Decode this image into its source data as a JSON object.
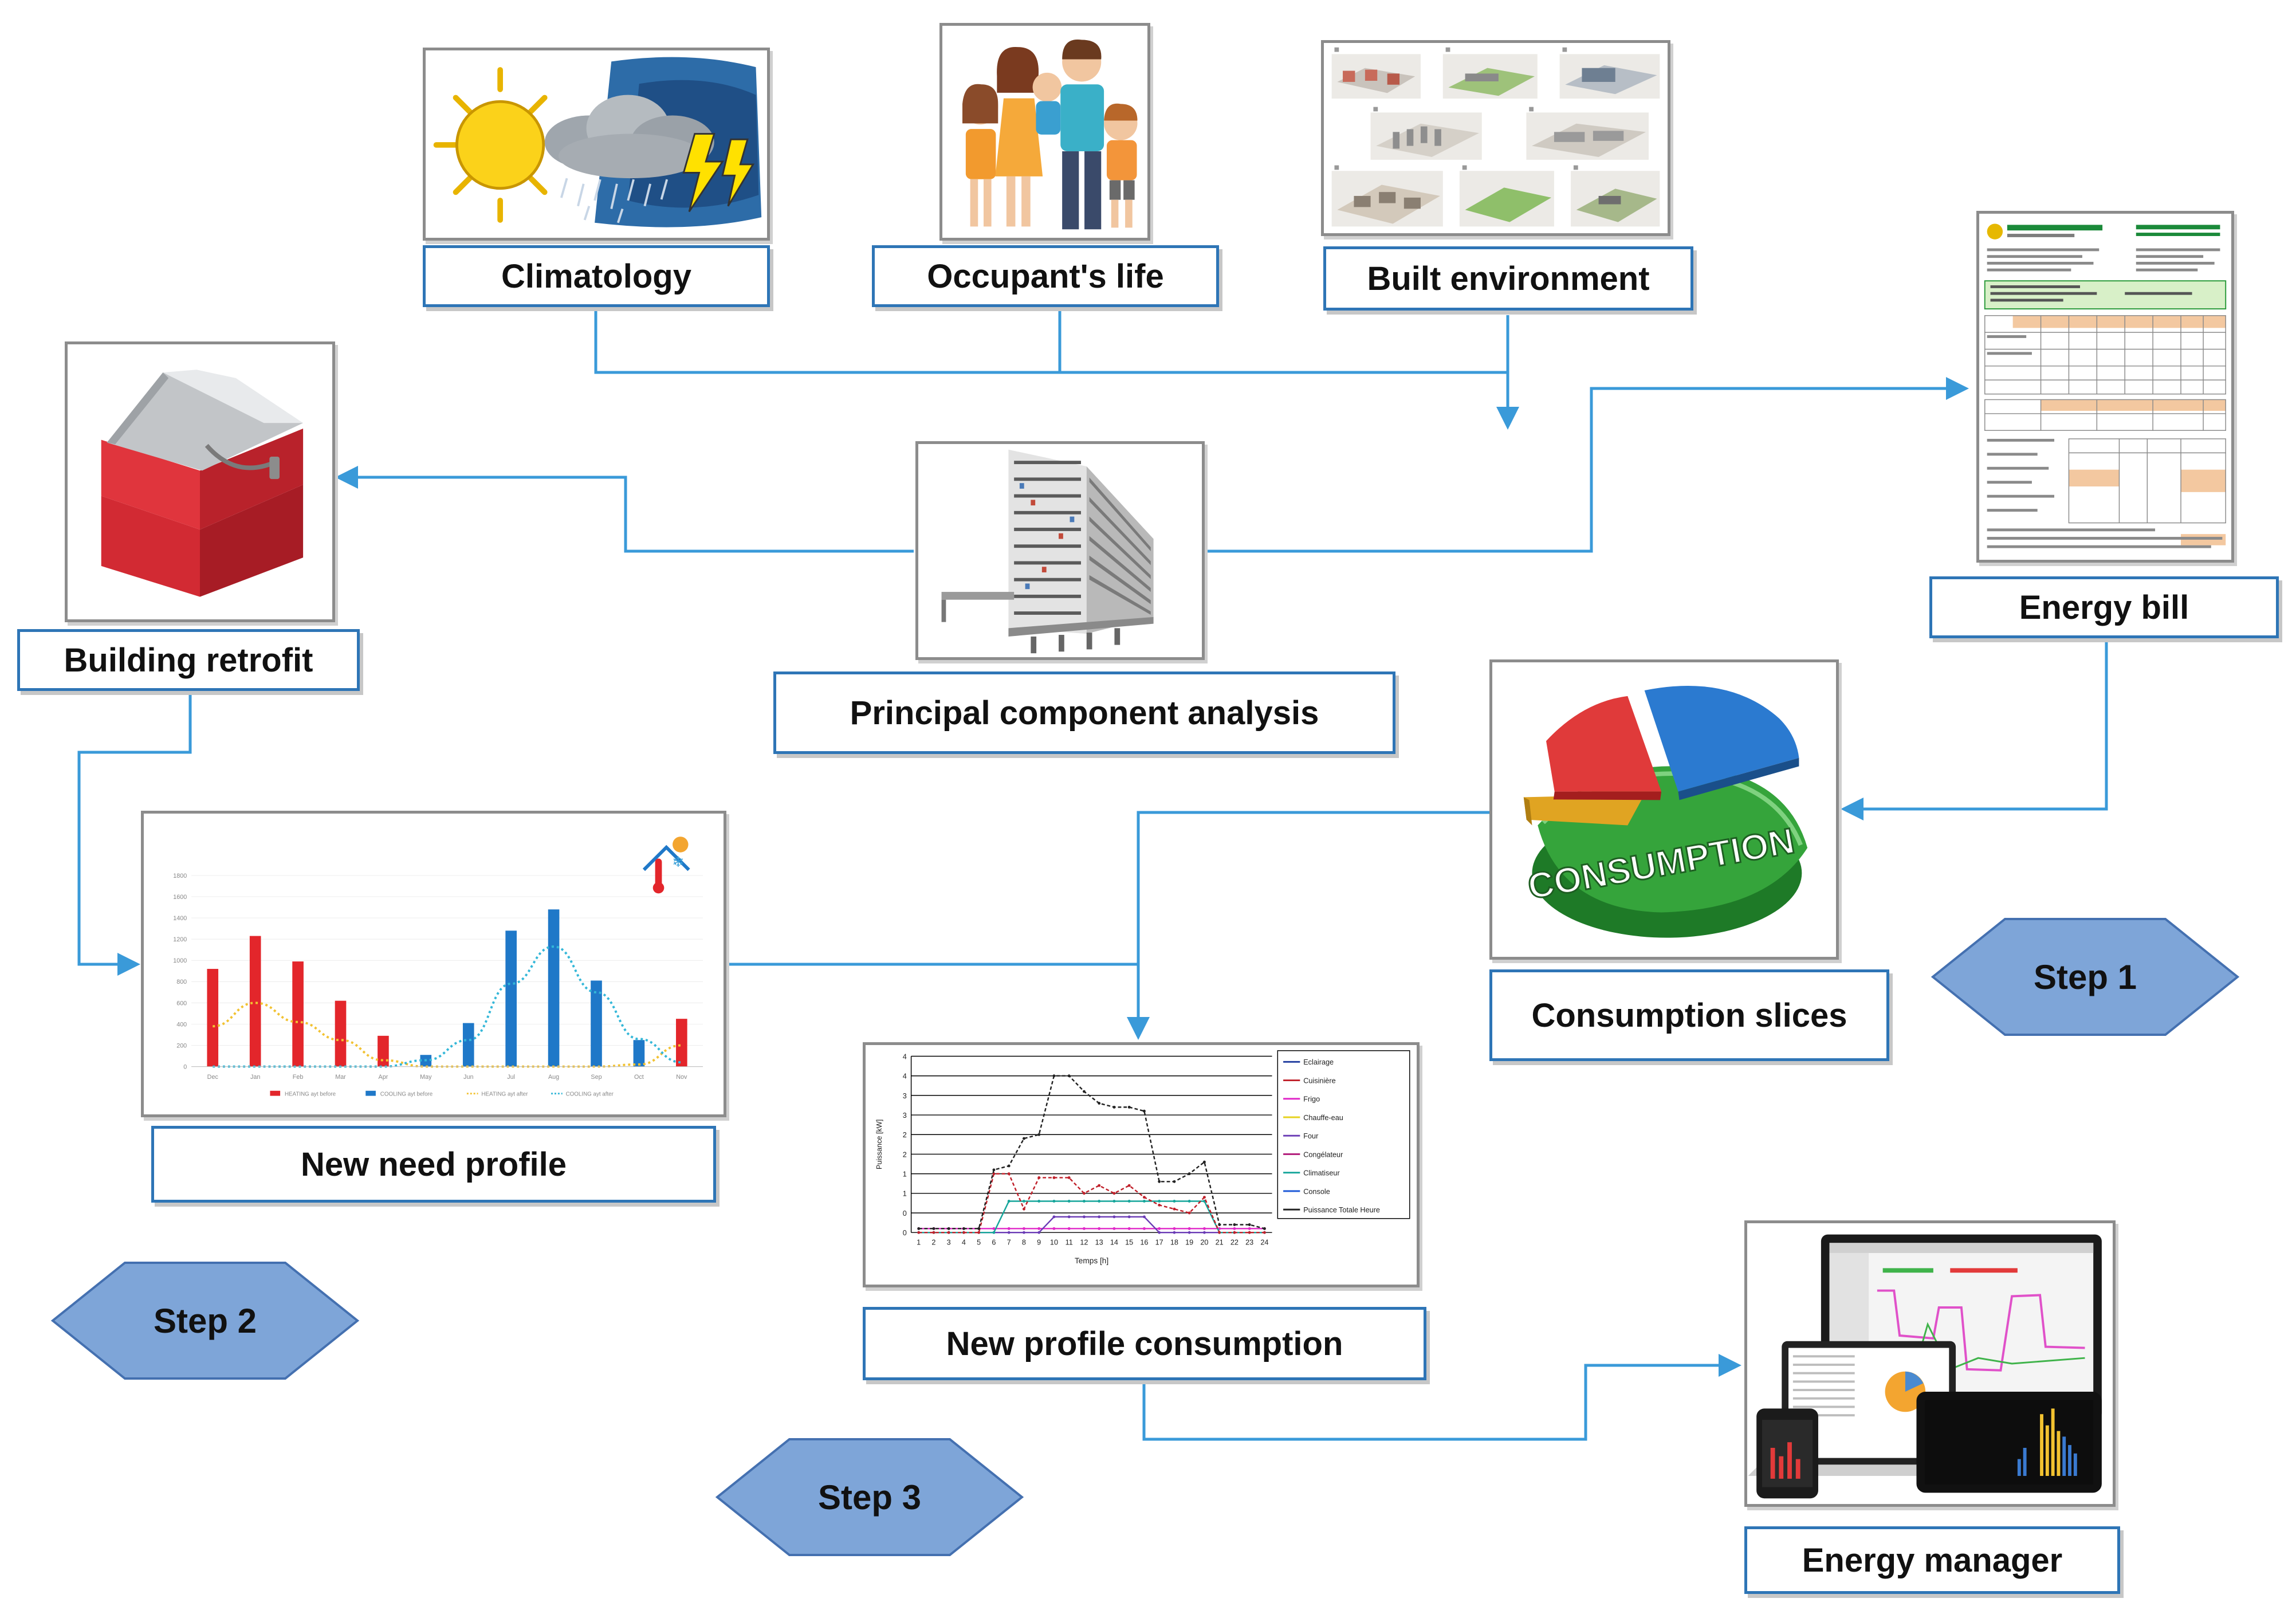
{
  "nodes": {
    "climatology": "Climatology",
    "occupants_life": "Occupant's life",
    "built_environment": "Built environment",
    "principal_component_analysis": "Principal component analysis",
    "building_retrofit": "Building retrofit",
    "energy_bill": "Energy bill",
    "consumption_slices": "Consumption slices",
    "new_need_profile": "New need profile",
    "new_profile_consumption": "New profile consumption",
    "energy_manager": "Energy manager"
  },
  "steps": {
    "step1": "Step 1",
    "step2": "Step 2",
    "step3": "Step 3"
  },
  "consumption_image_text": "CONSUMPTION",
  "need_chart": {
    "months": [
      "Dec",
      "Jan",
      "Feb",
      "Mar",
      "Apr",
      "May",
      "Jun",
      "Jul",
      "Aug",
      "Sep",
      "Oct",
      "Nov"
    ],
    "y_ticks": [
      "1800",
      "1600",
      "1400",
      "1200",
      "1000",
      "800",
      "600",
      "400",
      "200",
      "0"
    ],
    "heating_before": [
      920,
      1230,
      990,
      620,
      290,
      0,
      0,
      0,
      0,
      0,
      0,
      450
    ],
    "cooling_before": [
      0,
      0,
      0,
      0,
      0,
      110,
      410,
      1280,
      1480,
      810,
      250,
      0
    ],
    "heating_after": [
      380,
      600,
      420,
      250,
      60,
      0,
      0,
      0,
      0,
      0,
      20,
      200
    ],
    "cooling_after": [
      0,
      0,
      0,
      0,
      0,
      60,
      250,
      780,
      1130,
      700,
      260,
      40
    ],
    "legend": [
      "HEATING ayt before",
      "COOLING ayt before",
      "HEATING ayt after",
      "COOLING ayt after"
    ],
    "colors": {
      "heating": "#e3262b",
      "cooling": "#1f78c8",
      "heating_after": "#f2c232",
      "cooling_after": "#34b7d8"
    }
  },
  "profile_chart": {
    "y_label": "Puissance [kW]",
    "x_label": "Temps [h]",
    "y_ticks": [
      "4",
      "4",
      "3",
      "3",
      "2",
      "2",
      "1",
      "1",
      "0",
      "0"
    ],
    "hours": [
      "1",
      "2",
      "3",
      "4",
      "5",
      "6",
      "7",
      "8",
      "9",
      "10",
      "11",
      "12",
      "13",
      "14",
      "15",
      "16",
      "17",
      "18",
      "19",
      "20",
      "21",
      "22",
      "23",
      "24"
    ],
    "legend": [
      "Eclairage",
      "Cuisinière",
      "Frigo",
      "Chauffe-eau",
      "Four",
      "Congélateur",
      "Climatiseur",
      "Console",
      "Puissance Totale Heure"
    ],
    "colors": [
      "#1f3c9e",
      "#c0202a",
      "#e029c8",
      "#e6d21f",
      "#6a3bb5",
      "#b01878",
      "#15a59a",
      "#1f5ad8",
      "#222222"
    ],
    "total": [
      0.1,
      0.1,
      0.1,
      0.1,
      0.1,
      1.6,
      1.7,
      2.4,
      2.5,
      4.0,
      4.0,
      3.6,
      3.3,
      3.2,
      3.2,
      3.1,
      1.3,
      1.3,
      1.5,
      1.8,
      0.2,
      0.2,
      0.2,
      0.1
    ],
    "cuisiniere": [
      0,
      0,
      0,
      0,
      0,
      1.5,
      1.5,
      0.6,
      1.4,
      1.4,
      1.4,
      1.0,
      1.2,
      1.0,
      1.2,
      0.9,
      0.7,
      0.6,
      0.5,
      0.9,
      0,
      0,
      0,
      0
    ],
    "climatiseur": [
      0,
      0,
      0,
      0,
      0,
      0,
      0.8,
      0.8,
      0.8,
      0.8,
      0.8,
      0.8,
      0.8,
      0.8,
      0.8,
      0.8,
      0.8,
      0.8,
      0.8,
      0.8,
      0,
      0,
      0,
      0
    ],
    "four": [
      0,
      0,
      0,
      0,
      0,
      0,
      0,
      0,
      0,
      0.4,
      0.4,
      0.4,
      0.4,
      0.4,
      0.4,
      0.4,
      0,
      0,
      0,
      0,
      0,
      0,
      0,
      0
    ],
    "frigo": [
      0.1,
      0.1,
      0.1,
      0.1,
      0.1,
      0.1,
      0.1,
      0.1,
      0.1,
      0.1,
      0.1,
      0.1,
      0.1,
      0.1,
      0.1,
      0.1,
      0.1,
      0.1,
      0.1,
      0.1,
      0.1,
      0.1,
      0.1,
      0.1
    ]
  }
}
